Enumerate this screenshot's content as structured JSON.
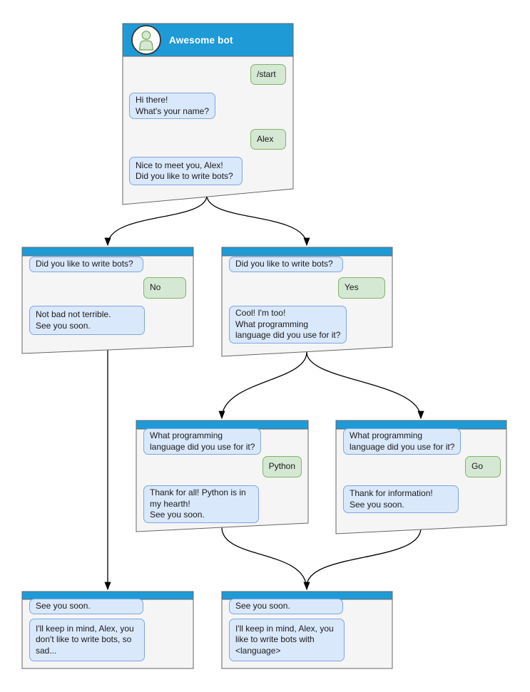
{
  "colors": {
    "header_blue": "#1e9bd7",
    "window_fill": "#f5f5f5",
    "window_border": "#666666",
    "bot_bubble_fill": "#dae8fc",
    "bot_bubble_border": "#7ea6e0",
    "user_bubble_fill": "#d5e8d4",
    "user_bubble_border": "#82b366",
    "avatar_fill": "#ffffff",
    "avatar_border": "#333333",
    "connector": "#000000",
    "title_color": "#ffffff",
    "text_color": "#1a1a1a"
  },
  "windows": {
    "root": {
      "title": "Awesome bot",
      "avatar_icon": "user-icon",
      "messages": [
        {
          "from": "user",
          "text": "/start"
        },
        {
          "from": "bot",
          "text": "Hi there!\nWhat's your name?"
        },
        {
          "from": "user",
          "text": "Alex"
        },
        {
          "from": "bot",
          "text": "Nice to meet you, Alex!\nDid you like to write bots?"
        }
      ]
    },
    "no_branch": {
      "messages": [
        {
          "from": "bot",
          "text": "Did you like to write bots?"
        },
        {
          "from": "user",
          "text": "No"
        },
        {
          "from": "bot",
          "text": "Not bad not terrible.\nSee you soon."
        }
      ]
    },
    "yes_branch": {
      "messages": [
        {
          "from": "bot",
          "text": "Did you like to write bots?"
        },
        {
          "from": "user",
          "text": "Yes"
        },
        {
          "from": "bot",
          "text": "Cool! I'm too!\nWhat programming\nlanguage did you use for it?"
        }
      ]
    },
    "python_branch": {
      "messages": [
        {
          "from": "bot",
          "text": "What programming\nlanguage did you use for it?"
        },
        {
          "from": "user",
          "text": "Python"
        },
        {
          "from": "bot",
          "text": "Thank for all! Python is in\nmy hearth!\nSee you soon."
        }
      ]
    },
    "go_branch": {
      "messages": [
        {
          "from": "bot",
          "text": "What programming\nlanguage did you use for it?"
        },
        {
          "from": "user",
          "text": "Go"
        },
        {
          "from": "bot",
          "text": "Thank for information!\nSee you soon."
        }
      ]
    },
    "end_no": {
      "messages": [
        {
          "from": "bot",
          "text": "See you soon."
        },
        {
          "from": "bot",
          "text": "I'll keep in mind, Alex, you\ndon't like to write bots, so\nsad..."
        }
      ]
    },
    "end_yes": {
      "messages": [
        {
          "from": "bot",
          "text": "See you soon."
        },
        {
          "from": "bot",
          "text": "I'll keep in mind, Alex, you\nlike to write bots with\n<language>"
        }
      ]
    }
  }
}
